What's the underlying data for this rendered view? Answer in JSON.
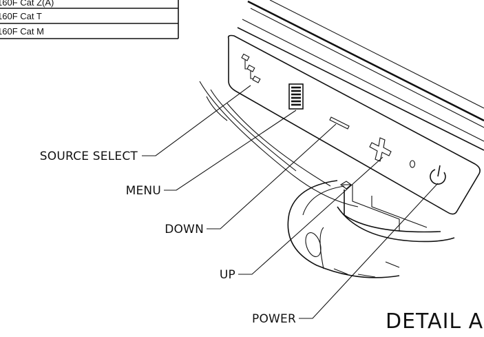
{
  "table": {
    "rows": [
      {
        "label": "160F Cat Z(A)"
      },
      {
        "label": "160F Cat T"
      },
      {
        "label": "160F Cat M"
      }
    ]
  },
  "callouts": {
    "source_select": "SOURCE SELECT",
    "menu": "MENU",
    "down": "DOWN",
    "up": "UP",
    "power": "POWER"
  },
  "detail_title": "DETAIL A"
}
